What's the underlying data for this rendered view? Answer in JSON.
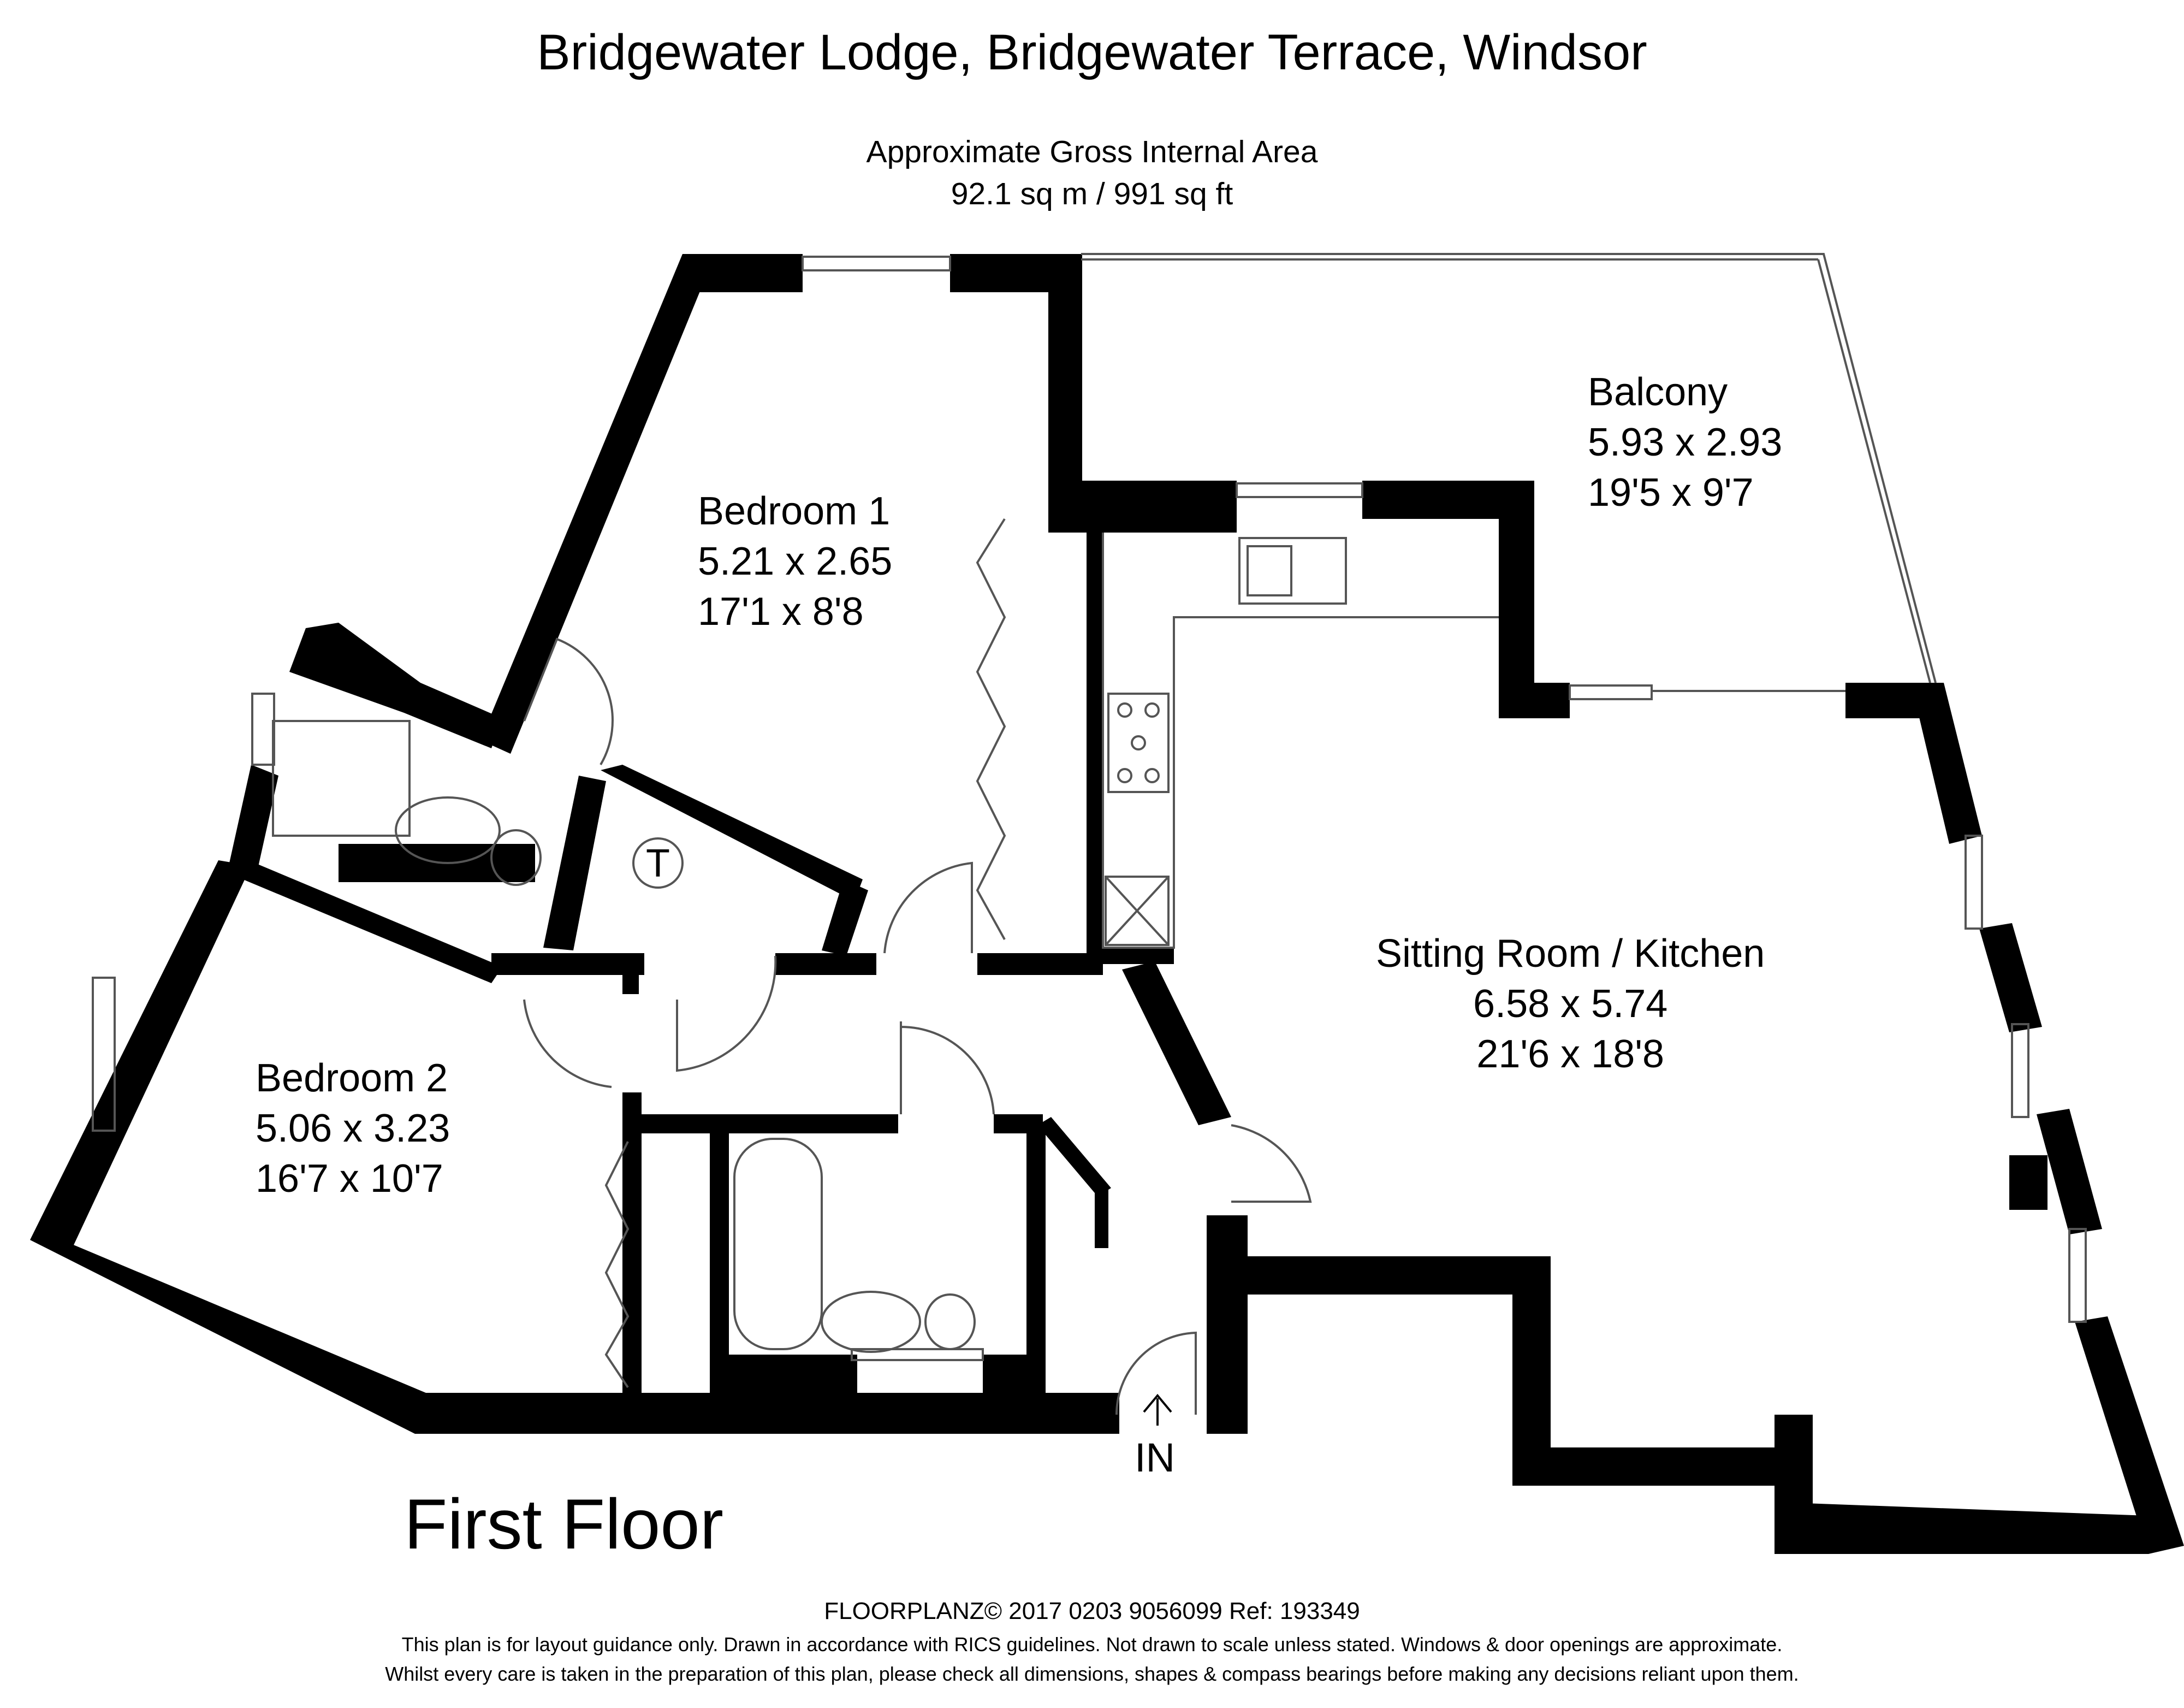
{
  "header": {
    "title": "Bridgewater Lodge, Bridgewater Terrace, Windsor",
    "area_label": "Approximate Gross Internal Area",
    "area_value": "92.1 sq m / 991 sq ft"
  },
  "rooms": {
    "bedroom1": {
      "name": "Bedroom 1",
      "metric": "5.21 x 2.65",
      "imperial": "17'1 x 8'8"
    },
    "balcony": {
      "name": "Balcony",
      "metric": "5.93 x 2.93",
      "imperial": "19'5 x 9'7"
    },
    "sitting": {
      "name": "Sitting Room / Kitchen",
      "metric": "6.58 x 5.74",
      "imperial": "21'6 x 18'8"
    },
    "bedroom2": {
      "name": "Bedroom 2",
      "metric": "5.06 x 3.23",
      "imperial": "16'7 x 10'7"
    }
  },
  "plan": {
    "floor_label": "First Floor",
    "entrance_label": "IN",
    "tank_label": "T"
  },
  "footer": {
    "credit": "FLOORPLANZ© 2017   0203 9056099   Ref: 193349",
    "disclaimer_1": "This plan is for layout guidance only. Drawn in accordance with RICS guidelines. Not drawn to scale unless stated. Windows & door openings are approximate.",
    "disclaimer_2": "Whilst every care is taken in the preparation of this plan, please check all dimensions, shapes & compass bearings before making any decisions reliant upon them."
  },
  "colors": {
    "wall": "#000000",
    "background": "#ffffff",
    "line": "#555555"
  }
}
